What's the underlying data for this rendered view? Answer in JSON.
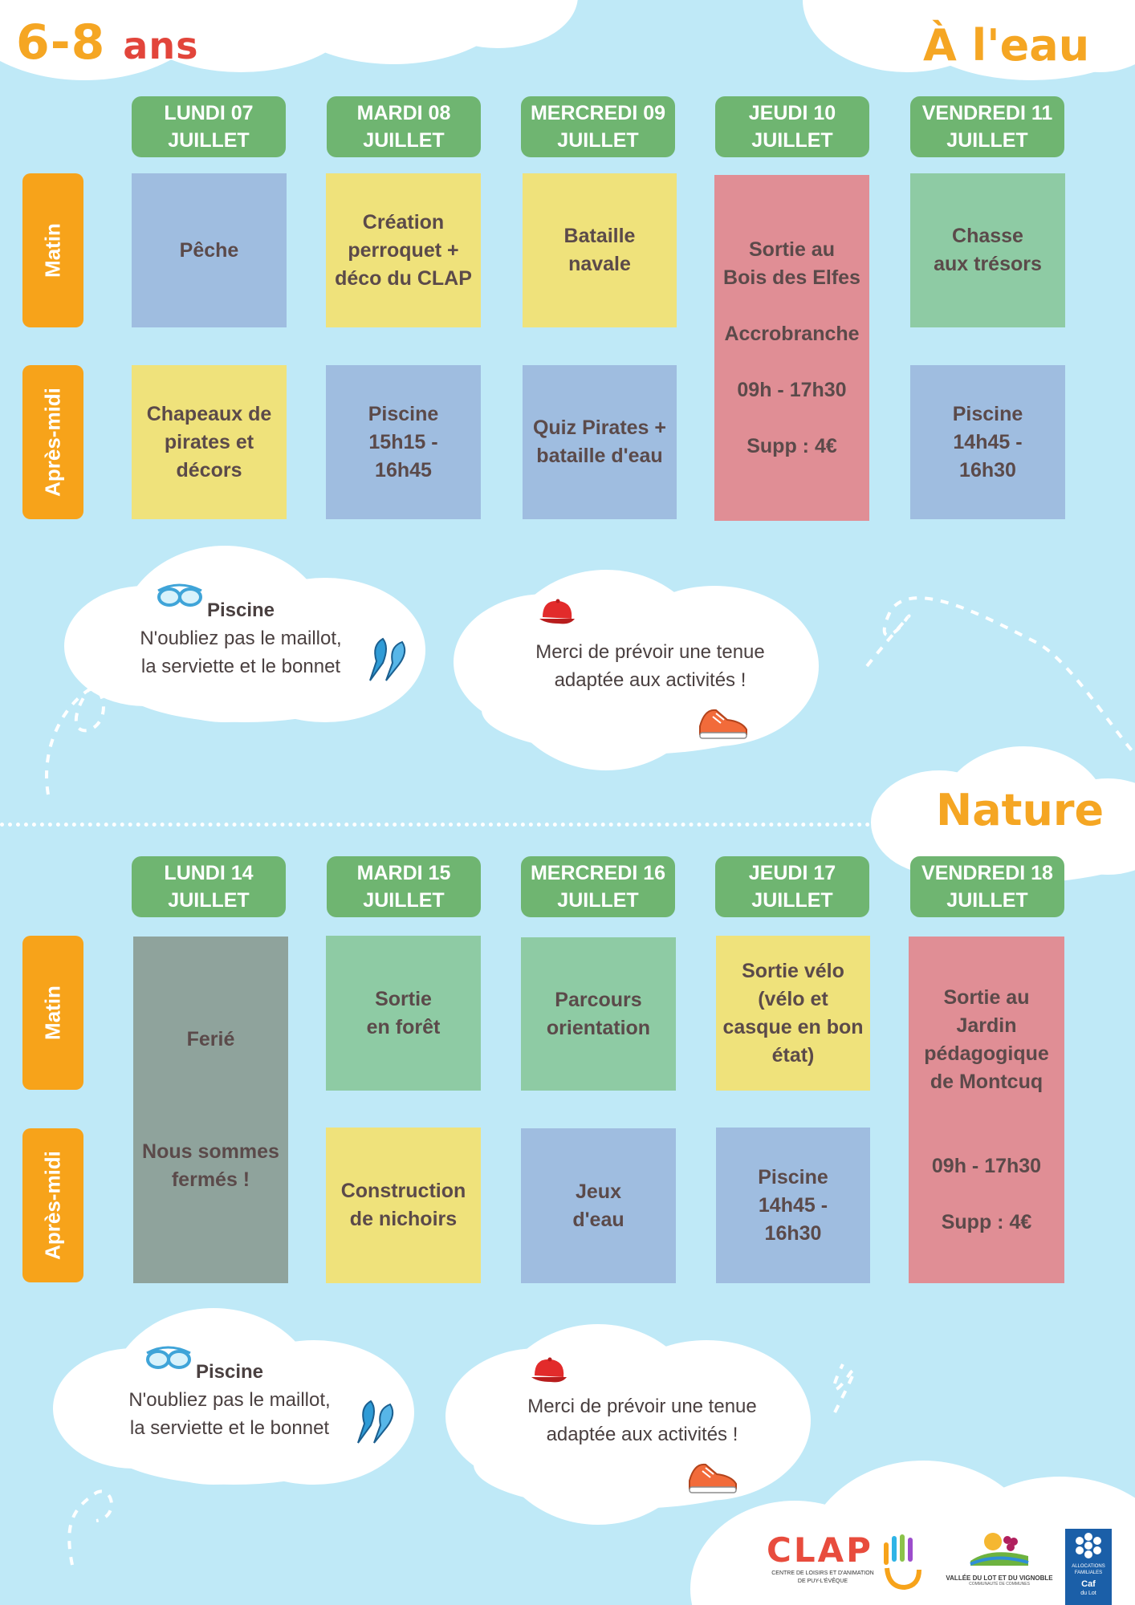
{
  "header": {
    "age_num": "6-8",
    "age_word": "ans",
    "week1_theme": "À l'eau",
    "week2_theme": "Nature"
  },
  "labels": {
    "morning": "Matin",
    "afternoon": "Après-midi"
  },
  "week1": {
    "days": [
      {
        "l1": "LUNDI 07",
        "l2": "JUILLET"
      },
      {
        "l1": "MARDI 08",
        "l2": "JUILLET"
      },
      {
        "l1": "MERCREDI 09",
        "l2": "JUILLET"
      },
      {
        "l1": "JEUDI 10",
        "l2": "JUILLET"
      },
      {
        "l1": "VENDREDI 11",
        "l2": "JUILLET"
      }
    ],
    "cells": {
      "mon_am": "Pêche",
      "tue_am": "Création\nperroquet +\ndéco du CLAP",
      "wed_am": "Bataille\nnavale",
      "thu_full": "Sortie au\nBois des Elfes\n\nAccrobranche\n\n09h - 17h30\n\nSupp : 4€",
      "fri_am": "Chasse\naux trésors",
      "mon_pm": "Chapeaux de\npirates et\ndécors",
      "tue_pm": "Piscine\n15h15 -\n16h45",
      "wed_pm": "Quiz Pirates +\nbataille d'eau",
      "fri_pm": "Piscine\n14h45 -\n16h30"
    }
  },
  "week2": {
    "days": [
      {
        "l1": "LUNDI 14",
        "l2": "JUILLET"
      },
      {
        "l1": "MARDI 15",
        "l2": "JUILLET"
      },
      {
        "l1": "MERCREDI 16",
        "l2": "JUILLET"
      },
      {
        "l1": "JEUDI 17",
        "l2": "JUILLET"
      },
      {
        "l1": "VENDREDI 18",
        "l2": "JUILLET"
      }
    ],
    "cells": {
      "mon_full": "Ferié\n\n\n\nNous sommes\nfermés !",
      "tue_am": "Sortie\nen forêt",
      "wed_am": "Parcours\norientation",
      "thu_am": "Sortie vélo\n(vélo et\ncasque en bon\nétat)",
      "fri_full": "Sortie au\nJardin\npédagogique\nde Montcuq\n\n\n09h - 17h30\n\nSupp : 4€",
      "tue_pm": "Construction\nde nichoirs",
      "wed_pm": "Jeux\nd'eau",
      "thu_pm": "Piscine\n14h45 -\n16h30"
    }
  },
  "notes": {
    "pool_title": "Piscine",
    "pool_l1": "N'oubliez pas le maillot,",
    "pool_l2": "la serviette et le bonnet",
    "outfit_l1": "Merci de prévoir une tenue",
    "outfit_l2": "adaptée aux activités !"
  },
  "logos": {
    "clap": "CLAP",
    "clap_sub1": "CENTRE DE LOISIRS ET D'ANIMATION",
    "clap_sub2": "DE PUY-L'ÉVÊQUE",
    "vallee1": "VALLÉE DU LOT ET DU VIGNOBLE",
    "vallee2": "COMMUNAUTÉ DE COMMUNES",
    "caf1": "ALLOCATIONS",
    "caf2": "FAMILIALES",
    "caf3": "Caf",
    "caf4": "du Lot"
  },
  "colors": {
    "green_header": "#6fb571",
    "orange_side": "#f7a31a",
    "blue_cell": "#9fbde0",
    "yellow_cell": "#efe27b",
    "pink_cell": "#e08e95",
    "green_cell": "#8ecba4",
    "gray_cell": "#8fa39c",
    "background": "#bfe9f7"
  },
  "icons": [
    "goggles-icon",
    "flippers-icon",
    "cap-icon",
    "sneaker-icon"
  ]
}
